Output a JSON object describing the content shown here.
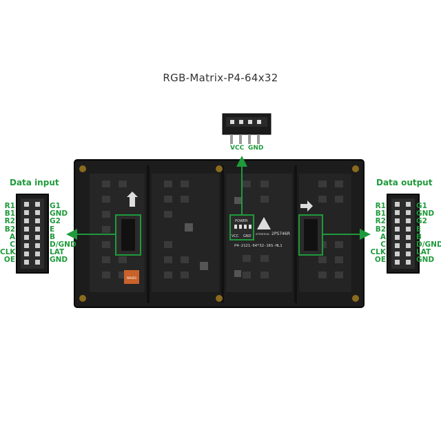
{
  "title": "RGB-Matrix-P4-64x32",
  "power_connector": {
    "labels": [
      "VCC",
      "GND"
    ]
  },
  "data_input": {
    "label": "Data input",
    "left_pins": [
      "R1",
      "B1",
      "R2",
      "B2",
      "A",
      "C",
      "CLK",
      "OE"
    ],
    "right_pins": [
      "G1",
      "GND",
      "G2",
      "E",
      "B",
      "D/GND",
      "LAT",
      "GND"
    ]
  },
  "data_output": {
    "label": "Data output",
    "left_pins": [
      "R1",
      "B1",
      "R2",
      "B2",
      "A",
      "C",
      "CLK",
      "OE"
    ],
    "right_pins": [
      "G1",
      "GND",
      "G2",
      "E",
      "B",
      "D/GND",
      "LAT",
      "GND"
    ]
  },
  "board": {
    "power_header_title": "POWER",
    "power_header_pins": [
      "VCC",
      "GND"
    ],
    "part_number": "2PS746R",
    "model_code": "P4-2121-64*32-16S-HL1",
    "attention_label": "ATTENTION",
    "sticker": "WAVES"
  },
  "colors": {
    "accent": "#1f9a3b",
    "board": "#1c1c1c",
    "title": "#333333"
  }
}
